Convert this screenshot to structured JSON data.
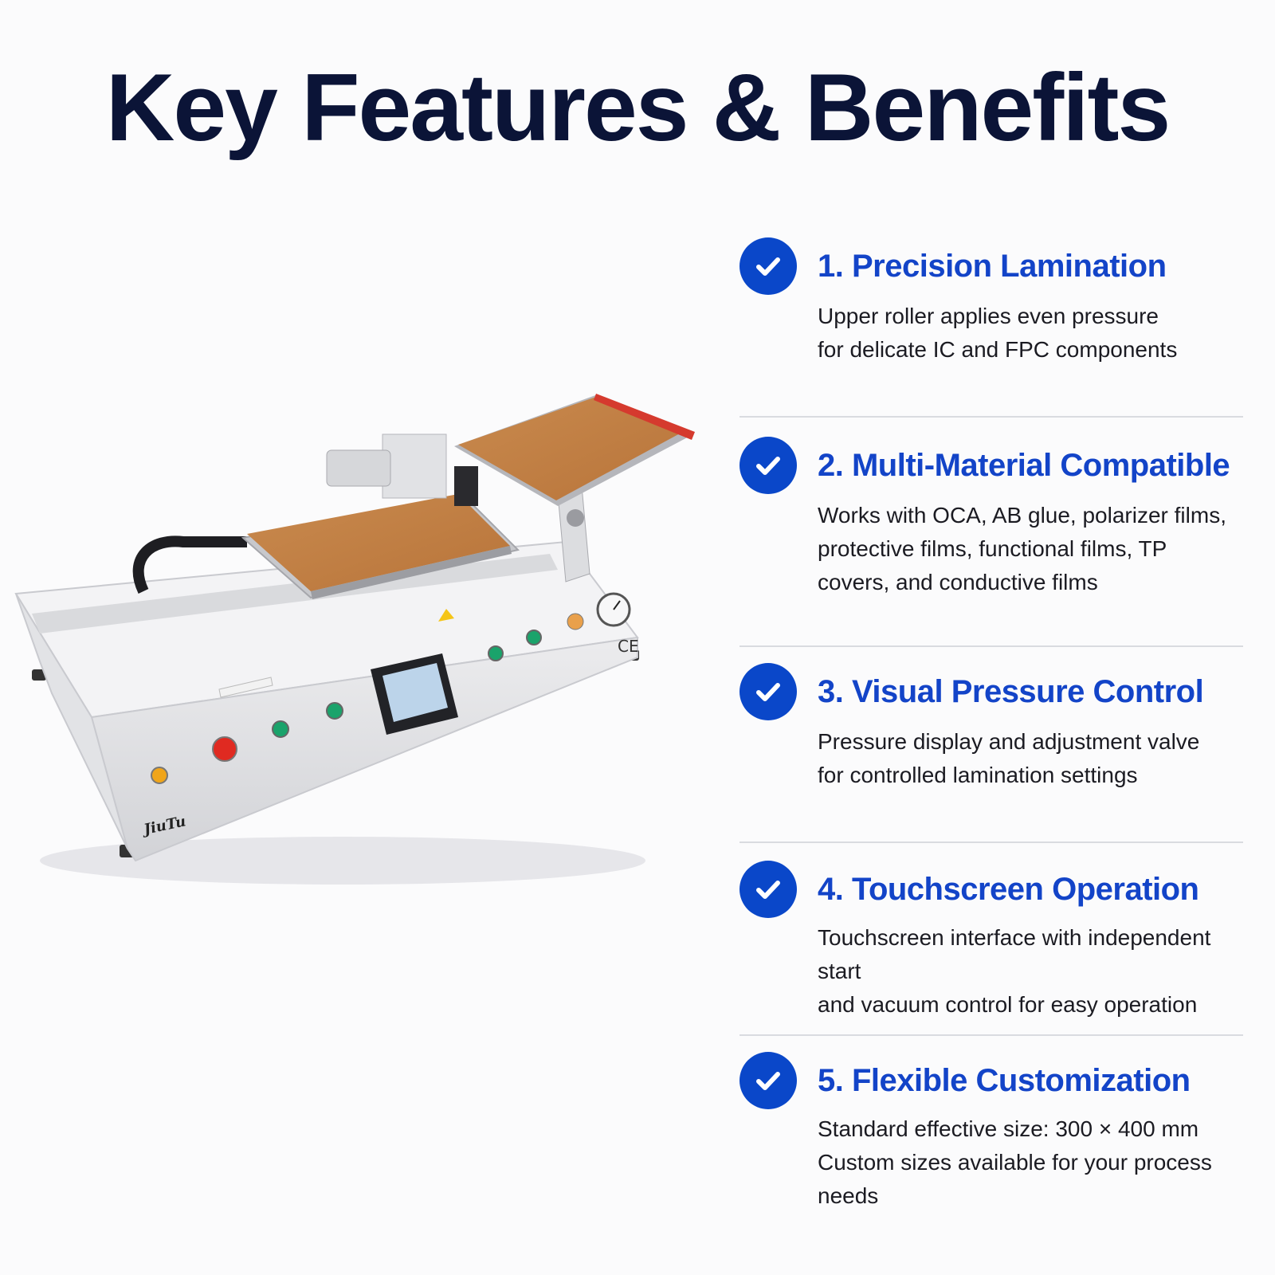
{
  "page": {
    "title": "Key Features & Benefits",
    "accent_color": "#1344c8",
    "check_color": "#0a47c9",
    "title_color": "#0b1437"
  },
  "product_image": {
    "brand_logo": "JiuTu",
    "ce_mark": "CE"
  },
  "features": [
    {
      "title": "1. Precision Lamination",
      "description": "Upper roller applies even pressure\nfor delicate IC and FPC components",
      "icon": "check-circle-icon"
    },
    {
      "title": "2. Multi-Material Compatible",
      "description": "Works with OCA, AB glue, polarizer films,\nprotective films, functional films, TP\ncovers, and conductive films",
      "icon": "check-circle-icon"
    },
    {
      "title": "3. Visual Pressure Control",
      "description": "Pressure display and adjustment valve\nfor controlled lamination settings",
      "icon": "check-circle-icon"
    },
    {
      "title": "4. Touchscreen Operation",
      "description": "Touchscreen interface with independent start\nand vacuum control for easy operation",
      "icon": "check-circle-icon"
    },
    {
      "title": "5. Flexible Customization",
      "description": "Standard effective size: 300 × 400 mm\nCustom sizes available for your process needs",
      "icon": "check-circle-icon"
    }
  ]
}
